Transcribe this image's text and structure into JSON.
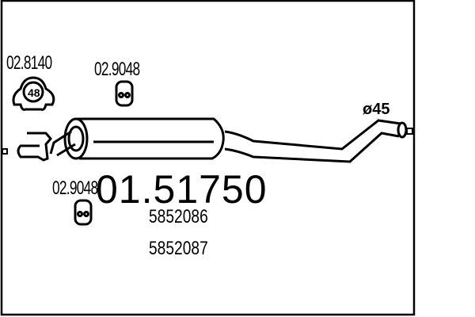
{
  "part_number": "01.51750",
  "oem_numbers": [
    "5852086",
    "5852087"
  ],
  "accessories": [
    {
      "code": "02.8140",
      "type": "clamp-icon",
      "clamp_label": "48"
    },
    {
      "code": "02.9048",
      "type": "rubber-mount-icon"
    },
    {
      "code": "02.9048",
      "type": "rubber-mount-icon"
    }
  ],
  "pipe_diameter": "ø45"
}
